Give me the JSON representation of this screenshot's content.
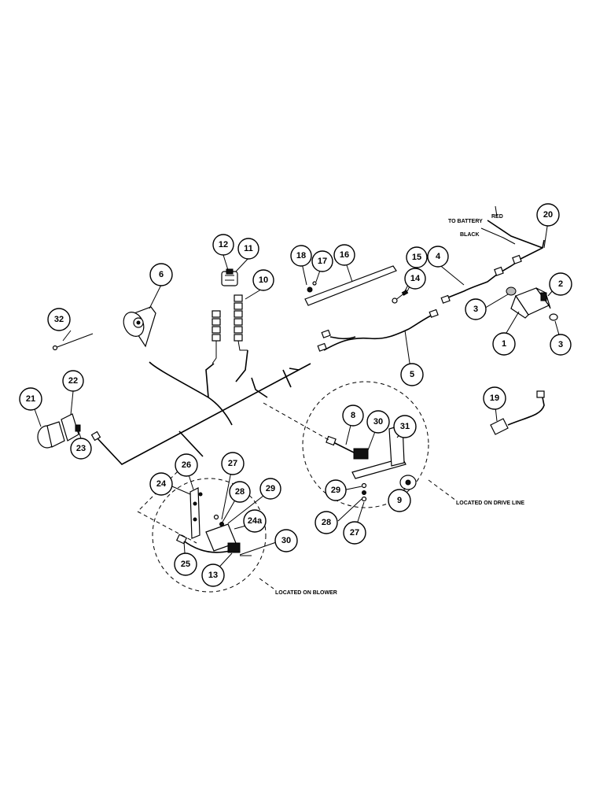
{
  "callouts": [
    {
      "id": "c1",
      "label": "1"
    },
    {
      "id": "c2",
      "label": "2"
    },
    {
      "id": "c3a",
      "label": "3"
    },
    {
      "id": "c3b",
      "label": "3"
    },
    {
      "id": "c4",
      "label": "4"
    },
    {
      "id": "c5",
      "label": "5"
    },
    {
      "id": "c6",
      "label": "6"
    },
    {
      "id": "c8",
      "label": "8"
    },
    {
      "id": "c9",
      "label": "9"
    },
    {
      "id": "c10",
      "label": "10"
    },
    {
      "id": "c11",
      "label": "11"
    },
    {
      "id": "c12",
      "label": "12"
    },
    {
      "id": "c13",
      "label": "13"
    },
    {
      "id": "c14",
      "label": "14"
    },
    {
      "id": "c15",
      "label": "15"
    },
    {
      "id": "c16",
      "label": "16"
    },
    {
      "id": "c17",
      "label": "17"
    },
    {
      "id": "c18",
      "label": "18"
    },
    {
      "id": "c19",
      "label": "19"
    },
    {
      "id": "c20",
      "label": "20"
    },
    {
      "id": "c21",
      "label": "21"
    },
    {
      "id": "c22",
      "label": "22"
    },
    {
      "id": "c23",
      "label": "23"
    },
    {
      "id": "c24",
      "label": "24"
    },
    {
      "id": "c24a",
      "label": "24a"
    },
    {
      "id": "c25",
      "label": "25"
    },
    {
      "id": "c26",
      "label": "26"
    },
    {
      "id": "c27a",
      "label": "27"
    },
    {
      "id": "c27b",
      "label": "27"
    },
    {
      "id": "c28a",
      "label": "28"
    },
    {
      "id": "c28b",
      "label": "28"
    },
    {
      "id": "c29a",
      "label": "29"
    },
    {
      "id": "c29b",
      "label": "29"
    },
    {
      "id": "c30a",
      "label": "30"
    },
    {
      "id": "c30b",
      "label": "30"
    },
    {
      "id": "c31",
      "label": "31"
    },
    {
      "id": "c32",
      "label": "32"
    }
  ],
  "notes": {
    "to_battery": "TO BATTERY",
    "red": "RED",
    "black": "BLACK",
    "located_on_drive_line": "LOCATED ON DRIVE LINE",
    "located_on_blower": "LOCATED ON BLOWER"
  }
}
